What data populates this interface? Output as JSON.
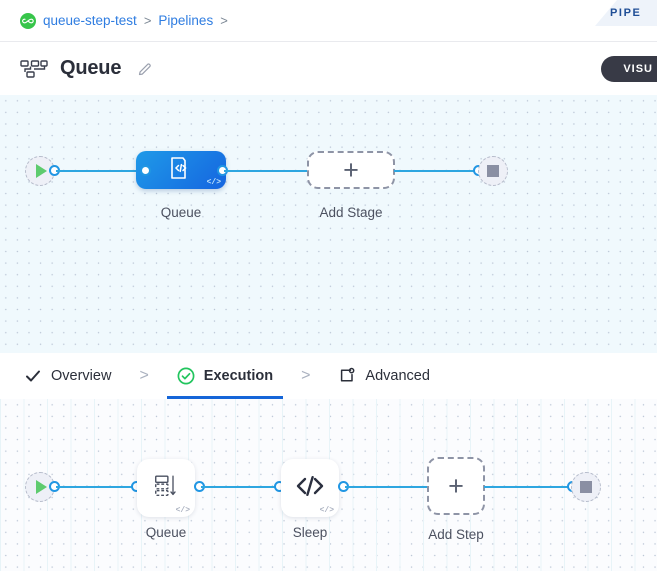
{
  "ribbon": {
    "label": "PIPE",
    "color": "#1f4e96",
    "bg": "#eef3fa"
  },
  "breadcrumb": {
    "project_icon": "infinity-circle-icon",
    "items": [
      {
        "label": "queue-step-test",
        "sep": ">"
      },
      {
        "label": "Pipelines",
        "sep": ">"
      }
    ]
  },
  "header": {
    "icon": "pipeline-hierarchy-icon",
    "title": "Queue",
    "edit_icon": "pencil-icon",
    "visualize_button": "VISU"
  },
  "stage_canvas": {
    "start_node": {
      "name": "start-node",
      "icon": "play-icon"
    },
    "end_node": {
      "name": "end-node",
      "icon": "stop-icon"
    },
    "nodes": [
      {
        "id": "stage-queue",
        "label": "Queue",
        "icon": "script-document-icon",
        "badge": "</>",
        "type": "active"
      },
      {
        "id": "add-stage",
        "label": "Add Stage",
        "icon": "plus-icon",
        "type": "add"
      }
    ]
  },
  "tabs": {
    "items": [
      {
        "id": "overview",
        "label": "Overview",
        "icon": "check-icon",
        "active": false
      },
      {
        "id": "execution",
        "label": "Execution",
        "icon": "check-circle-icon",
        "active": true
      },
      {
        "id": "advanced",
        "label": "Advanced",
        "icon": "gear-box-icon",
        "active": false
      }
    ],
    "separator": ">",
    "active_color": "#1565d8"
  },
  "step_canvas": {
    "start_node": {
      "name": "start-node",
      "icon": "play-icon"
    },
    "end_node": {
      "name": "end-node",
      "icon": "stop-icon"
    },
    "nodes": [
      {
        "id": "step-queue",
        "label": "Queue",
        "icon": "queue-stack-icon",
        "badge": "</>",
        "type": "step"
      },
      {
        "id": "step-sleep",
        "label": "Sleep",
        "icon": "code-icon",
        "badge": "</>",
        "type": "step"
      },
      {
        "id": "add-step",
        "label": "Add Step",
        "icon": "plus-icon",
        "type": "add"
      }
    ]
  },
  "colors": {
    "edge": "#2ea6e0",
    "port": "#2196e3",
    "node_blue": "#1565e0",
    "green": "#5ecb6e"
  }
}
